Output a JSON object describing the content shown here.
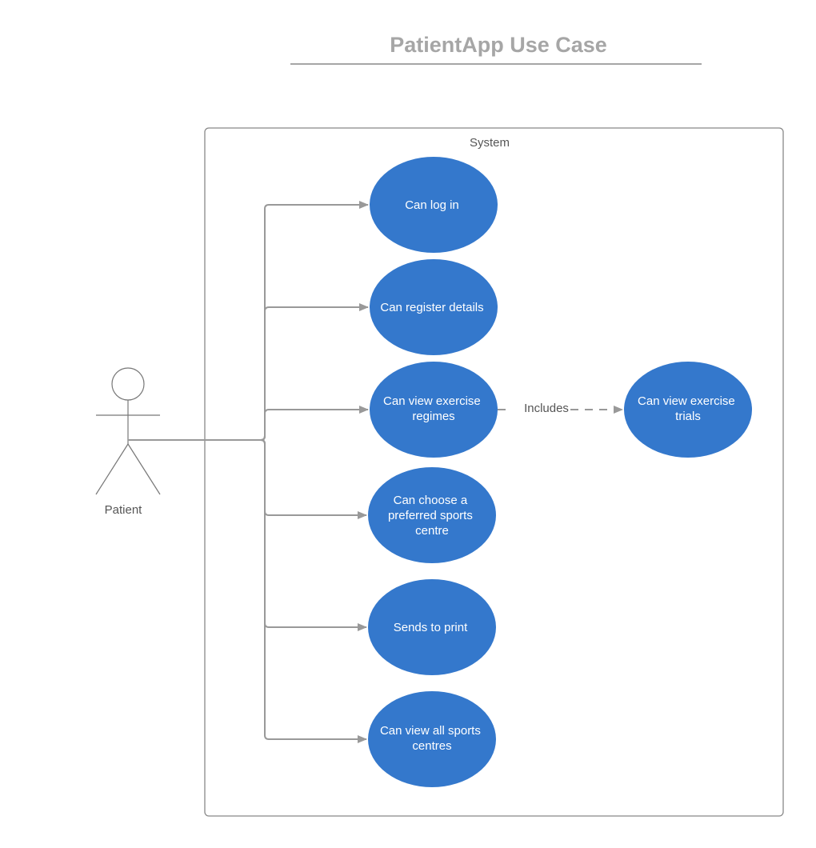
{
  "title": "PatientApp Use Case",
  "system_label": "System",
  "actor": {
    "name": "Patient"
  },
  "use_cases": [
    {
      "id": "login",
      "lines": [
        "Can log in"
      ]
    },
    {
      "id": "register",
      "lines": [
        "Can register details"
      ]
    },
    {
      "id": "view-regimes",
      "lines": [
        "Can view exercise",
        "regimes"
      ]
    },
    {
      "id": "choose-centre",
      "lines": [
        "Can choose a",
        "preferred sports",
        "centre"
      ]
    },
    {
      "id": "print",
      "lines": [
        "Sends to print"
      ]
    },
    {
      "id": "view-centres",
      "lines": [
        "Can view all sports",
        "centres"
      ]
    },
    {
      "id": "view-trials",
      "lines": [
        "Can view exercise",
        "trials"
      ]
    }
  ],
  "relations": [
    {
      "from": "Patient",
      "to": "login",
      "type": "association"
    },
    {
      "from": "Patient",
      "to": "register",
      "type": "association"
    },
    {
      "from": "Patient",
      "to": "view-regimes",
      "type": "association"
    },
    {
      "from": "Patient",
      "to": "choose-centre",
      "type": "association"
    },
    {
      "from": "Patient",
      "to": "print",
      "type": "association"
    },
    {
      "from": "Patient",
      "to": "view-centres",
      "type": "association"
    },
    {
      "from": "view-regimes",
      "to": "view-trials",
      "type": "include",
      "label": "Includes"
    }
  ],
  "colors": {
    "use_case_fill": "#3478cc",
    "connector": "#999999",
    "title": "#a6a6a6"
  }
}
